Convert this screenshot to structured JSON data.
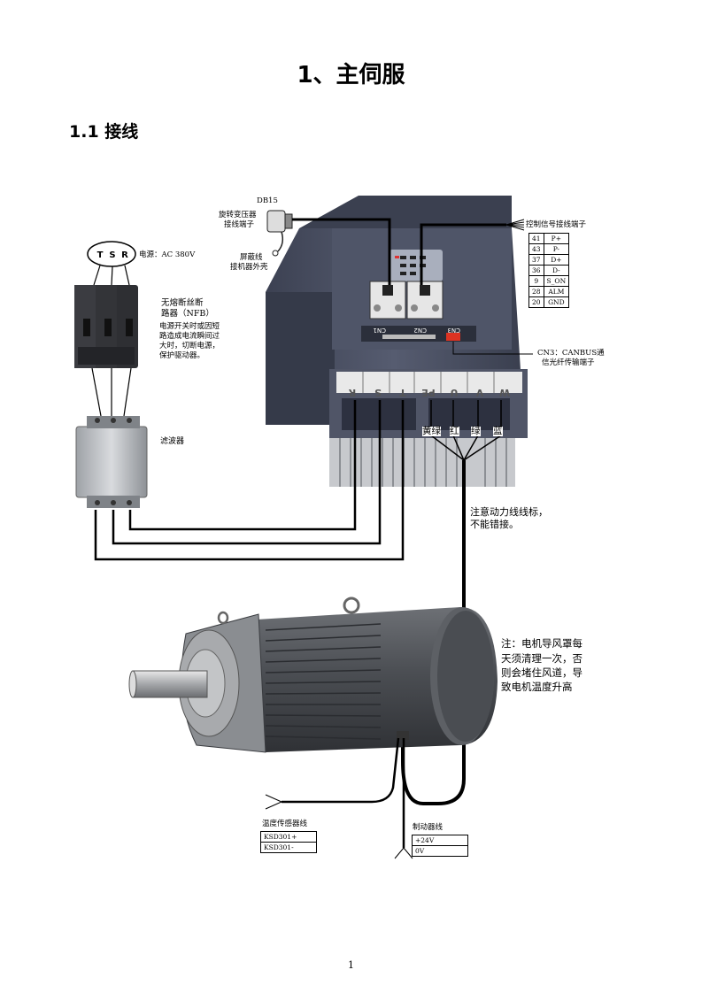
{
  "page": {
    "title": "1、主伺服",
    "section": "1.1  接线",
    "page_number": "1"
  },
  "labels": {
    "db15": "DB15",
    "resolver_line1": "旋转变压器",
    "resolver_line2": "接线端子",
    "shield_line1": "屏蔽线",
    "shield_line2": "接机器外壳",
    "control_terminal": "控制信号接线端子",
    "power_source": "电源：AC  380V",
    "nfb_line1": "无熔断丝断",
    "nfb_line2": "路器（NFB）",
    "nfb_desc1": "电源开关时或因短",
    "nfb_desc2": "路造成电流瞬间过",
    "nfb_desc3": "大时，切断电源，",
    "nfb_desc4": "保护驱动器。",
    "filter": "滤波器",
    "cn3_line1": "CN3：CANBUS通",
    "cn3_line2": "信光纤传输端子",
    "power_note_line1": "注意动力线线标，",
    "power_note_line2": "不能错接。",
    "motor_note1": "注：电机导风罩每",
    "motor_note2": "天须清理一次，否",
    "motor_note3": "则会堵住风道，导",
    "motor_note4": "致电机温度升高",
    "temp_sensor": "温度传感器线",
    "brake": "制动器线",
    "cn1": "CN1",
    "cn2": "CN2",
    "cn3": "CN3"
  },
  "breaker_phases": [
    "T",
    "S",
    "R"
  ],
  "terminal_labels": [
    "R",
    "S",
    "T",
    "PE",
    "U",
    "V",
    "W"
  ],
  "wire_colors": [
    {
      "name": "黄绿",
      "color": "#000000"
    },
    {
      "name": "红",
      "color": "#000000"
    },
    {
      "name": "绿",
      "color": "#000000"
    },
    {
      "name": "蓝",
      "color": "#000000"
    }
  ],
  "control_pins": [
    {
      "pin": "41",
      "signal": "P+"
    },
    {
      "pin": "43",
      "signal": "P-"
    },
    {
      "pin": "37",
      "signal": "D+"
    },
    {
      "pin": "36",
      "signal": "D-"
    },
    {
      "pin": "9",
      "signal": "S_ON"
    },
    {
      "pin": "28",
      "signal": "ALM"
    },
    {
      "pin": "20",
      "signal": "GND"
    }
  ],
  "temp_sensor_pins": [
    "KSD301+",
    "KSD301-"
  ],
  "brake_pins": [
    "+24V",
    "0V"
  ],
  "colors": {
    "drive_body": "#4a5063",
    "drive_dark": "#2f3444",
    "heatsink": "#c9cbcf",
    "motor_body": "#55585d",
    "motor_light": "#b9bbbd"
  }
}
